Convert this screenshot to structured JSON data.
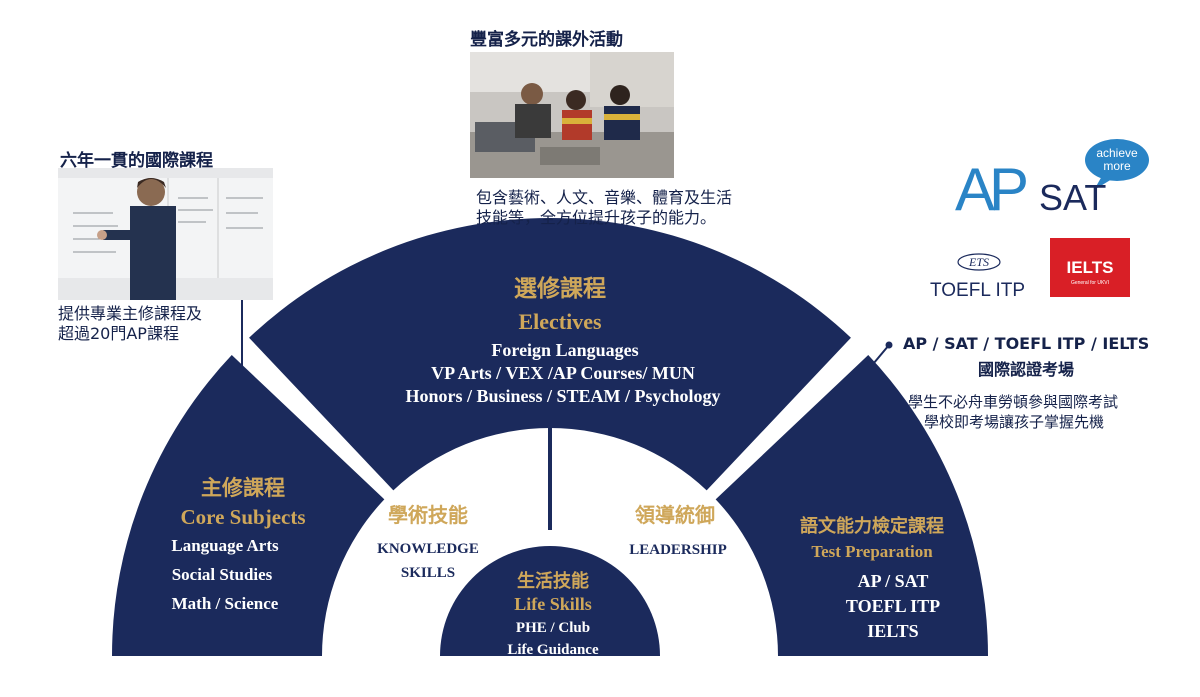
{
  "colors": {
    "navy": "#1b2a5c",
    "gold": "#cfa75a",
    "white": "#ffffff",
    "ap_blue": "#2a84c6",
    "ap_green": "#77b84a",
    "ielts_red": "#d91f26"
  },
  "top_activity": {
    "title": "豐富多元的課外活動",
    "desc_line1": "包含藝術、人文、音樂、體育及生活",
    "desc_line2": "技能等，全方位提升孩子的能力。"
  },
  "left_program": {
    "title": "六年一貫的國際課程",
    "desc_line1": "提供專業主修課程及",
    "desc_line2": "超過20門AP課程"
  },
  "right_exam": {
    "title_line1": "AP / SAT / TOEFL ITP / IELTS",
    "title_line2": "國際認證考場",
    "desc_line1": "學生不必舟車勞頓參與國際考試",
    "desc_line2": "學校即考場讓孩子掌握先機"
  },
  "logos": {
    "ap": "AP",
    "sat": "SAT",
    "achieve_line1": "achieve",
    "achieve_line2": "more",
    "ets": "ETS",
    "toefl": "TOEFL ITP",
    "ielts": "IELTS",
    "ielts_sub": "General for UKVI"
  },
  "segments": {
    "electives": {
      "title_zh": "選修課程",
      "title_en": "Electives",
      "line1": "Foreign Languages",
      "line2": "VP Arts / VEX  /AP Courses/ MUN",
      "line3": "Honors / Business / STEAM / Psychology"
    },
    "core": {
      "title_zh": "主修課程",
      "title_en": "Core Subjects",
      "line1": "Language Arts",
      "line2": "Social Studies",
      "line3": "Math / Science"
    },
    "test_prep": {
      "title_zh": "語文能力檢定課程",
      "title_en": "Test Preparation",
      "line1": "AP / SAT",
      "line2": "TOEFL ITP",
      "line3": "IELTS"
    },
    "knowledge": {
      "title_zh": "學術技能",
      "line1": "KNOWLEDGE",
      "line2": "SKILLS"
    },
    "leadership": {
      "title_zh": "領導統御",
      "line1": "LEADERSHIP"
    },
    "life": {
      "title_zh": "生活技能",
      "title_en": "Life Skills",
      "line1": "PHE / Club",
      "line2": "Life Guidance"
    }
  }
}
